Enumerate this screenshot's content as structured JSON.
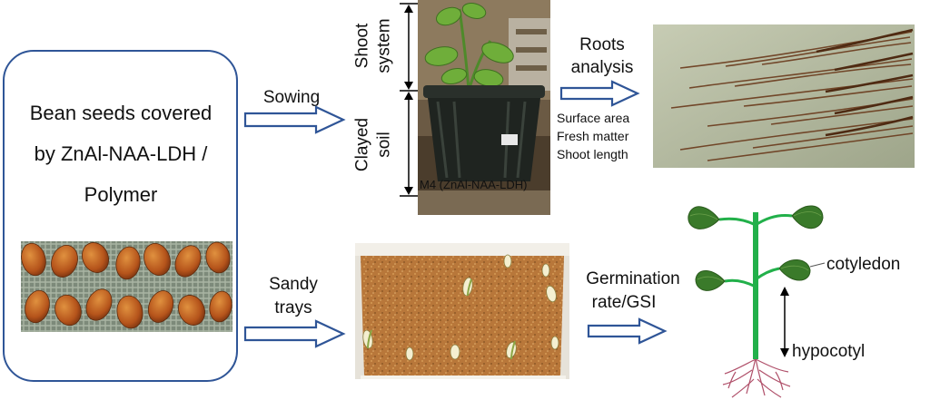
{
  "seed_box": {
    "lines": [
      "Bean seeds covered",
      "by ZnAl-NAA-LDH /",
      "Polymer"
    ]
  },
  "top_row": {
    "sowing_label": "Sowing",
    "shoot_system_label": [
      "Shoot",
      "system"
    ],
    "clayed_soil_label": [
      "Clayed",
      "soil"
    ],
    "pot_caption": "M4 (ZnAl-NAA-LDH)",
    "roots_analysis_label": [
      "Roots",
      "analysis"
    ],
    "measurements": [
      "Surface area",
      "Fresh matter",
      "Shoot length"
    ]
  },
  "bottom_row": {
    "sandy_trays_label": [
      "Sandy",
      "trays"
    ],
    "germination_label": [
      "Germination",
      "rate/GSI"
    ],
    "cotyledon_label": "cotyledon",
    "hypocotyl_label": "hypocotyl"
  },
  "colors": {
    "arrow": "#2f5597",
    "box_border": "#2f5597",
    "plant_green": "#22b04a",
    "leaf_green": "#3a7a2a",
    "root_red": "#b0506a"
  },
  "icons": {
    "process_arrow": "hollow-right-arrow",
    "dimension_marker": "vertical-bar-with-arrowheads"
  }
}
